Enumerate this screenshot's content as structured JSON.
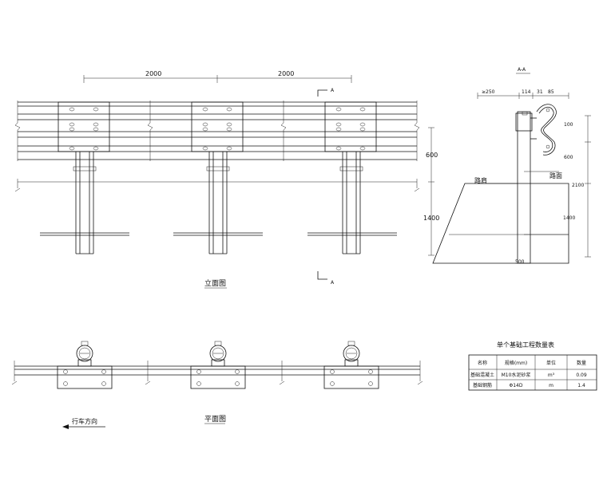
{
  "elevation": {
    "dim_span_1": "2000",
    "dim_span_2": "2000",
    "section_mark_top": "A",
    "section_mark_bottom": "A",
    "dim_above_ground": "600",
    "dim_below_ground": "1400",
    "title": "立面图"
  },
  "section": {
    "title": "A-A",
    "dim_min": "≥250",
    "dim_114": "114",
    "dim_31": "31",
    "dim_85": "85",
    "dim_100": "100",
    "dim_600": "600",
    "dim_2100": "2100",
    "dim_1400": "1400",
    "dim_500": "500",
    "label_shoulder": "路肩",
    "label_road": "路面"
  },
  "plan": {
    "direction_label": "行车方向",
    "title": "平面图"
  },
  "table": {
    "title": "单个基础工程数量表",
    "headers": [
      "名称",
      "规格(mm)",
      "单位",
      "数量"
    ],
    "rows": [
      [
        "基础混凝土",
        "M10水泥砂浆",
        "m³",
        "0.09"
      ],
      [
        "基础钢筋",
        "Φ14D",
        "m",
        "1.4"
      ]
    ]
  }
}
